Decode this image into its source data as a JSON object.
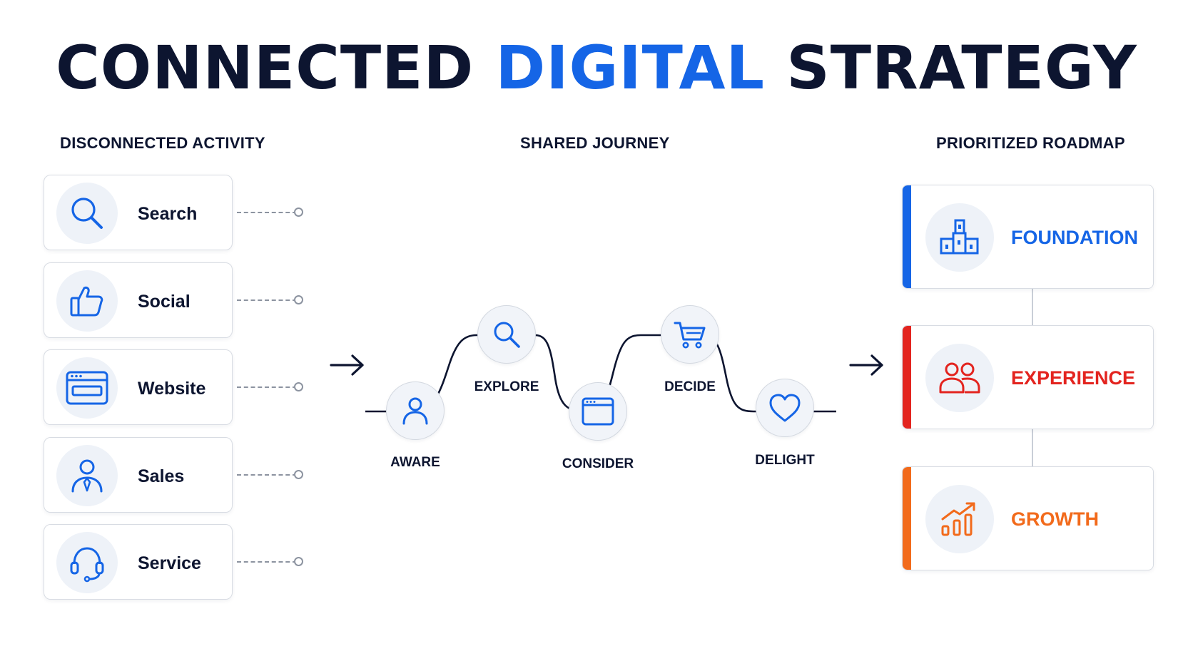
{
  "title": {
    "part1": "CONNECTED ",
    "part2": "DIGITAL",
    "part3": " STRATEGY"
  },
  "colors": {
    "navy": "#0d1530",
    "blue": "#1565e6",
    "red": "#e3241f",
    "orange": "#f26a1b"
  },
  "columns": {
    "left": "DISCONNECTED ACTIVITY",
    "middle": "SHARED JOURNEY",
    "right": "PRIORITIZED ROADMAP"
  },
  "activities": [
    {
      "label": "Search",
      "icon": "search-icon"
    },
    {
      "label": "Social",
      "icon": "thumbs-up-icon"
    },
    {
      "label": "Website",
      "icon": "browser-window-icon"
    },
    {
      "label": "Sales",
      "icon": "person-tie-icon"
    },
    {
      "label": "Service",
      "icon": "headset-icon"
    }
  ],
  "journey": [
    {
      "label": "AWARE",
      "icon": "person-icon"
    },
    {
      "label": "EXPLORE",
      "icon": "search-icon"
    },
    {
      "label": "CONSIDER",
      "icon": "browser-window-icon"
    },
    {
      "label": "DECIDE",
      "icon": "cart-icon"
    },
    {
      "label": "DELIGHT",
      "icon": "heart-icon"
    }
  ],
  "roadmap": [
    {
      "label": "FOUNDATION",
      "icon": "blocks-icon",
      "color": "#1565e6"
    },
    {
      "label": "EXPERIENCE",
      "icon": "users-icon",
      "color": "#e3241f"
    },
    {
      "label": "GROWTH",
      "icon": "growth-chart-icon",
      "color": "#f26a1b"
    }
  ]
}
